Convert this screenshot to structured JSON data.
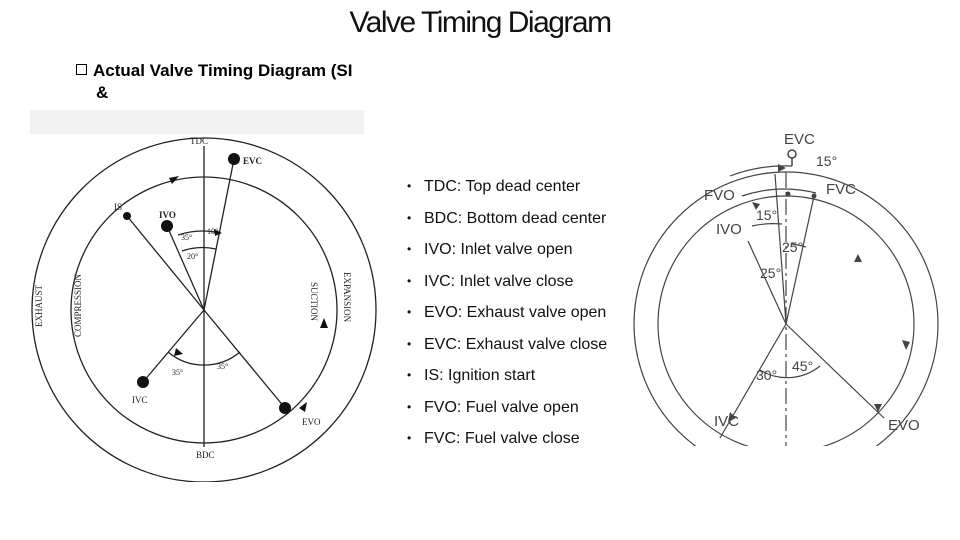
{
  "title": "Valve Timing Diagram",
  "subtitle": {
    "line1": "Actual Valve Timing Diagram (SI",
    "line2": "&"
  },
  "legend": [
    "TDC: Top dead center",
    "BDC: Bottom dead center",
    "IVO: Inlet valve open",
    "IVC: Inlet valve close",
    "EVO: Exhaust valve open",
    "EVC: Exhaust valve close",
    "IS: Ignition start",
    "FVO: Fuel valve open",
    "FVC: Fuel valve close"
  ],
  "si_diagram": {
    "tdc": "TDC",
    "bdc": "BDC",
    "evc": "EVC",
    "is": "IS",
    "ivo": "IVO",
    "ivc": "IVC",
    "evo": "EVO",
    "exhaust": "EXHAUST",
    "compression": "COMPRESSION",
    "suction": "SUCTION",
    "expansion": "EXPANSION",
    "angle_ivo": "35°",
    "angle_evc": "10°",
    "angle_is": "20°",
    "angle_ivc": "35°",
    "angle_evo": "35°"
  },
  "ci_diagram": {
    "evc": "EVC",
    "fvo": "FVO",
    "fvc": "FVC",
    "ivo": "IVO",
    "ivc": "IVC",
    "evo": "EVO",
    "angle_evc": "15°",
    "angle_ivo": "15°",
    "angle_fvo": "25°",
    "angle_fvc": "25°",
    "angle_ivc": "30°",
    "angle_evo": "45°"
  },
  "colors": {
    "ink": "#222222",
    "clean_ink": "#444444",
    "text": "#111111"
  }
}
